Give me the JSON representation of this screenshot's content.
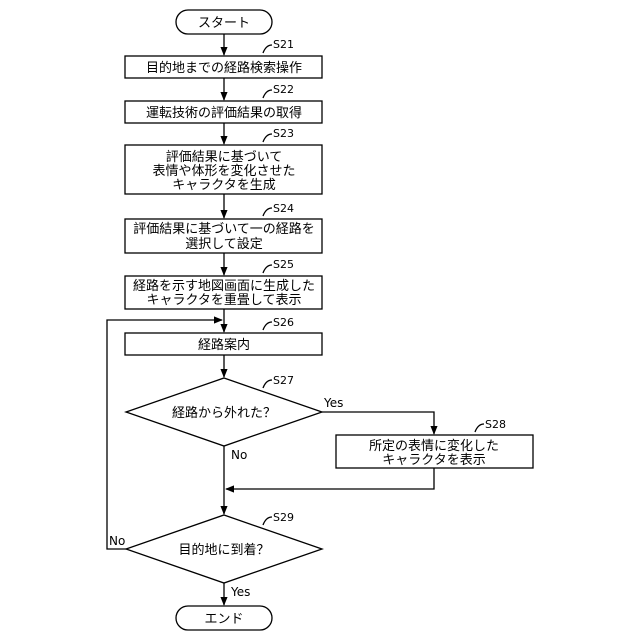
{
  "nodes": {
    "start": {
      "label": "スタート"
    },
    "s21": {
      "step": "S21",
      "lines": [
        "目的地までの経路検索操作"
      ]
    },
    "s22": {
      "step": "S22",
      "lines": [
        "運転技術の評価結果の取得"
      ]
    },
    "s23": {
      "step": "S23",
      "lines": [
        "評価結果に基づいて",
        "表情や体形を変化させた",
        "キャラクタを生成"
      ]
    },
    "s24": {
      "step": "S24",
      "lines": [
        "評価結果に基づいて一の経路を",
        "選択して設定"
      ]
    },
    "s25": {
      "step": "S25",
      "lines": [
        "経路を示す地図画面に生成した",
        "キャラクタを重畳して表示"
      ]
    },
    "s26": {
      "step": "S26",
      "lines": [
        "経路案内"
      ]
    },
    "s27": {
      "step": "S27",
      "lines": [
        "経路から外れた？"
      ]
    },
    "s28": {
      "step": "S28",
      "lines": [
        "所定の表情に変化した",
        "キャラクタを表示"
      ]
    },
    "s29": {
      "step": "S29",
      "lines": [
        "目的地に到着？"
      ]
    },
    "end": {
      "label": "エンド"
    }
  },
  "edges": {
    "s27_yes": "Yes",
    "s27_no": "No",
    "s29_no": "No",
    "s29_yes": "Yes"
  }
}
